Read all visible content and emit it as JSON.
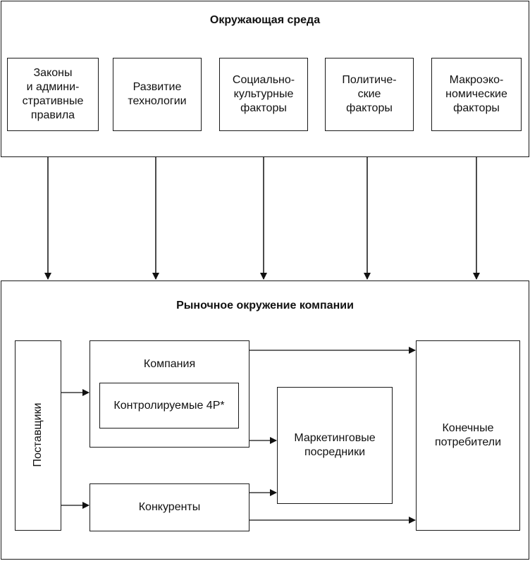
{
  "outer_environment": {
    "title": "Окружающая среда",
    "factors": [
      "Законы\nи админи-\nстративные\nправила",
      "Развитие\nтехнологии",
      "Социально-\nкультурные\nфакторы",
      "Политиче-\nские\nфакторы",
      "Макроэко-\nномические\nфакторы"
    ]
  },
  "market_environment": {
    "title": "Рыночное окружение компании",
    "suppliers": "Поставщики",
    "company": "Компания",
    "controllable": "Контролируемые 4P*",
    "competitors": "Конкуренты",
    "intermediaries": "Маркетинговые\nпосредники",
    "consumers": "Конечные\nпотребители"
  }
}
